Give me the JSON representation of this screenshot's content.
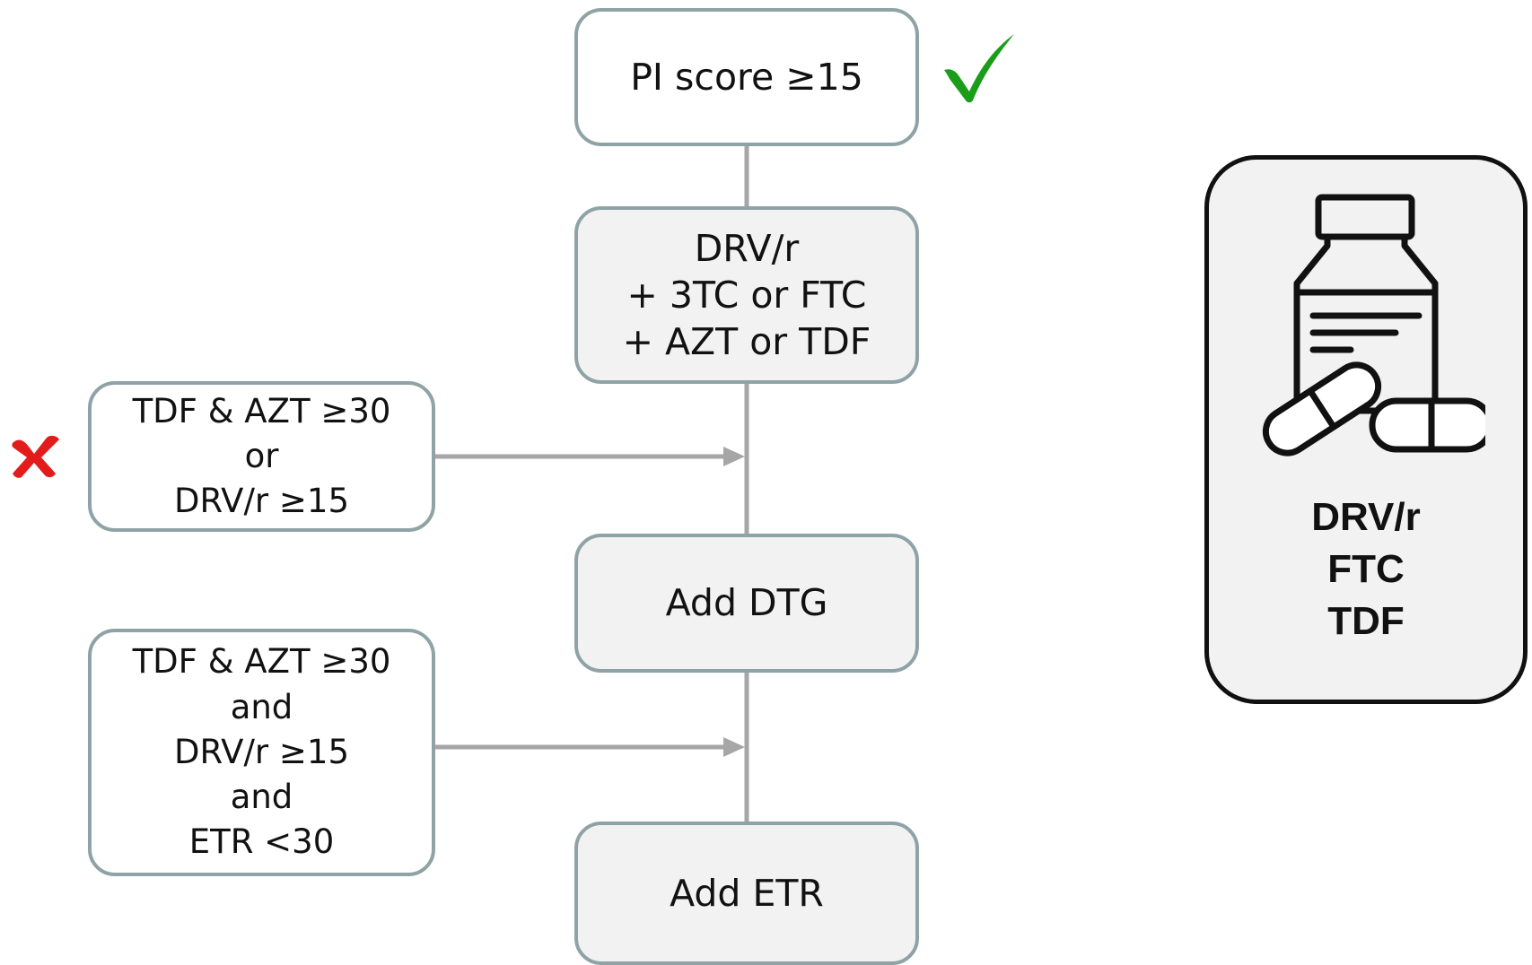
{
  "flow": {
    "pi_score": {
      "label": "PI score ≥15",
      "check_color": "#1a9e1a"
    },
    "regimen": {
      "lines": [
        "DRV/r",
        "+ 3TC or FTC",
        "+ AZT or TDF"
      ]
    },
    "condition_1": {
      "lines": [
        "TDF & AZT ≥30",
        "or",
        "DRV/r ≥15"
      ],
      "mark_color": "#e31b1b"
    },
    "add_dtg": {
      "label": "Add DTG"
    },
    "condition_2": {
      "lines": [
        "TDF & AZT ≥30",
        "and",
        "DRV/r ≥15",
        "and",
        "ETR <30"
      ]
    },
    "add_etr": {
      "label": "Add ETR"
    }
  },
  "result": {
    "icon": "medicine-bottle-with-capsules-icon",
    "lines": [
      "DRV/r",
      "FTC",
      "TDF"
    ]
  },
  "colors": {
    "box_border": "#8fa3a6",
    "connector": "#a6a6a6",
    "grey_fill": "#f2f2f2",
    "card_border": "#111111"
  }
}
